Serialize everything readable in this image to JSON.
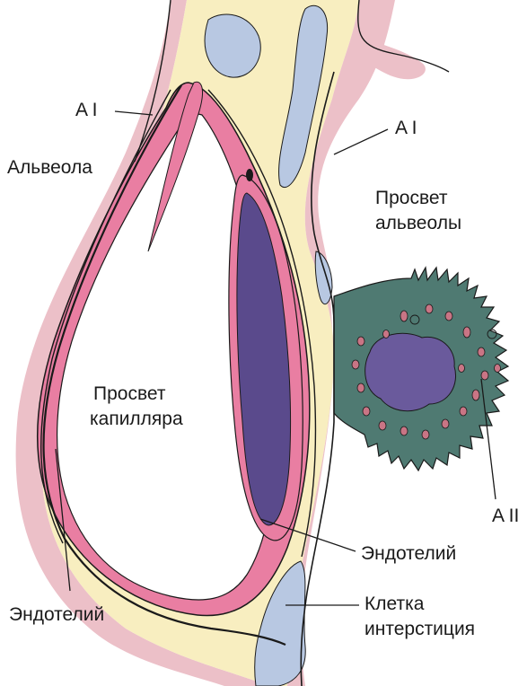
{
  "labels": {
    "ai_left": "A I",
    "alveola": "Альвеола",
    "ai_right": "A I",
    "alveola_lumen_1": "Просвет",
    "alveola_lumen_2": "альвеолы",
    "capillary_lumen_1": "Просвет",
    "capillary_lumen_2": "капилляра",
    "aii": "A II",
    "endothelium_right": "Эндотелий",
    "endothelium_left": "Эндотелий",
    "interstitial_cell_1": "Клетка",
    "interstitial_cell_2": "интерстиция"
  },
  "colors": {
    "interstitium": "#f8eec0",
    "interstitial_cell": "#b8c8e2",
    "alveolar_epithelium": "#ecc0c8",
    "endothelium": "#e97ea2",
    "nucleus": "#5a4a8c",
    "type2_cytoplasm": "#4f7a72",
    "type2_nucleus": "#6a5a9c",
    "outline": "#1a1a1a"
  }
}
